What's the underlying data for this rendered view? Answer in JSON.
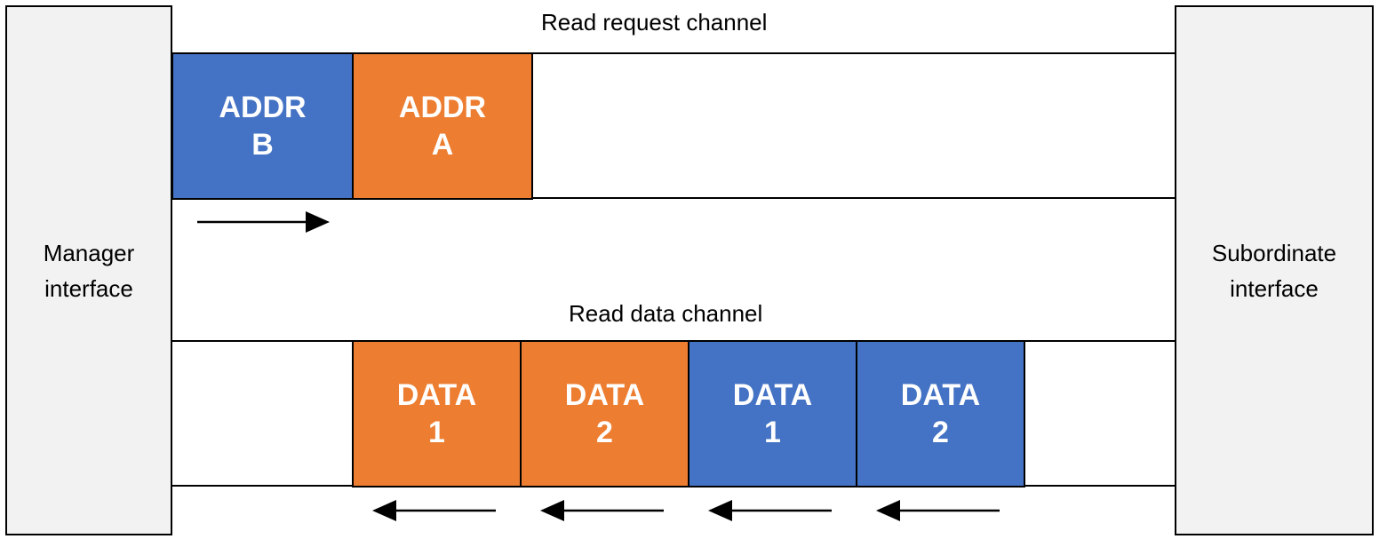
{
  "colors": {
    "blue": "#4472c4",
    "orange": "#ed7d31",
    "panel": "#f2f2f2",
    "line": "#000000"
  },
  "manager": {
    "label": "Manager\ninterface"
  },
  "subordinate": {
    "label": "Subordinate\ninterface"
  },
  "read_request": {
    "title": "Read request channel",
    "packets": [
      {
        "label": "ADDR\nB",
        "color": "blue"
      },
      {
        "label": "ADDR\nA",
        "color": "orange"
      }
    ],
    "arrow_direction": "right"
  },
  "read_data": {
    "title": "Read data channel",
    "packets": [
      {
        "label": "DATA\n1",
        "color": "orange"
      },
      {
        "label": "DATA\n2",
        "color": "orange"
      },
      {
        "label": "DATA\n1",
        "color": "blue"
      },
      {
        "label": "DATA\n2",
        "color": "blue"
      }
    ],
    "arrow_direction": "left"
  }
}
